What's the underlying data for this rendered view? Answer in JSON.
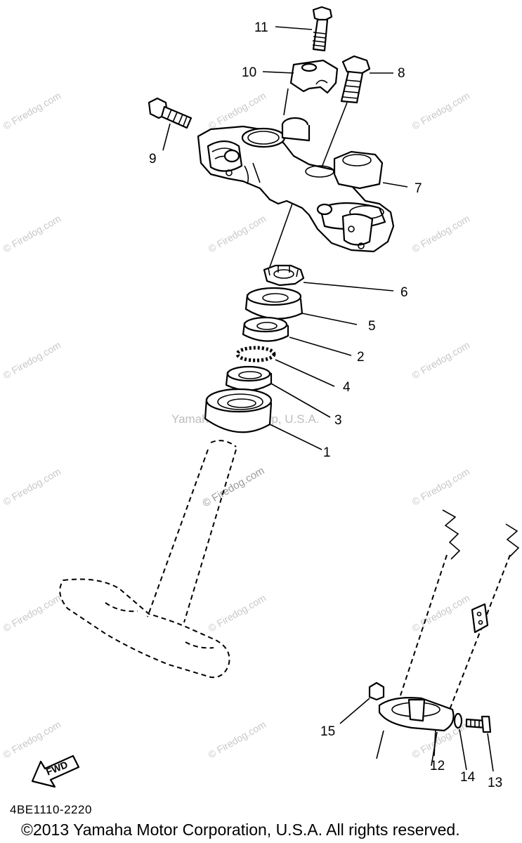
{
  "watermark": {
    "site": "© Firedog.com",
    "center": "Yamaha Motor Corp, U.S.A."
  },
  "callouts": [
    "1",
    "2",
    "3",
    "4",
    "5",
    "6",
    "7",
    "8",
    "9",
    "10",
    "11",
    "12",
    "13",
    "14",
    "15"
  ],
  "fwd_label": "FWD",
  "part_code": "4BE1110-2220",
  "copyright": "©2013 Yamaha Motor Corporation, U.S.A. All rights reserved."
}
